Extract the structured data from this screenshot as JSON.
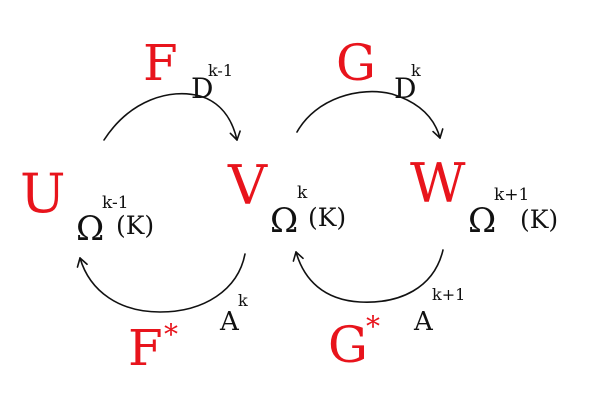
{
  "colors": {
    "map_label": "#e8141c",
    "ink": "#111111",
    "background": "#ffffff"
  },
  "spaces": {
    "U": {
      "label": "U",
      "omega": "Ω",
      "degree": "k-1",
      "arg": "(K)"
    },
    "V": {
      "label": "V",
      "omega": "Ω",
      "degree": "k",
      "arg": "(K)"
    },
    "W": {
      "label": "W",
      "omega": "Ω",
      "degree": "k+1",
      "arg": "(K)"
    }
  },
  "maps": {
    "F": {
      "label": "F",
      "sup": "",
      "op": "D",
      "op_sup": "k-1"
    },
    "G": {
      "label": "G",
      "sup": "",
      "op": "D",
      "op_sup": "k"
    },
    "F_star": {
      "label": "F",
      "sup": "*",
      "op": "A",
      "op_sup": "k"
    },
    "G_star": {
      "label": "G",
      "sup": "*",
      "op": "A",
      "op_sup": "k+1"
    }
  }
}
